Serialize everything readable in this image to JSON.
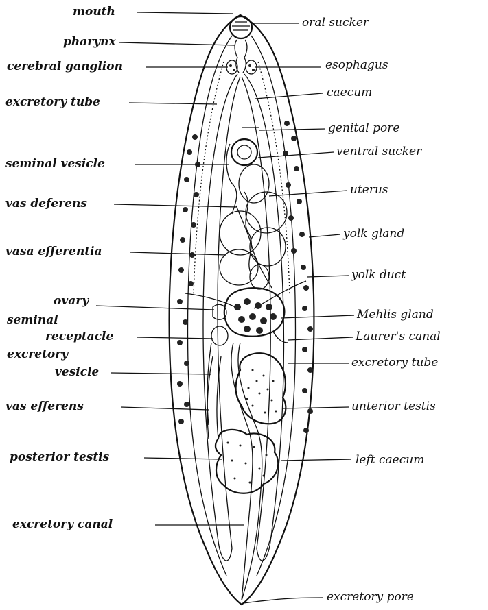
{
  "diagram": {
    "labels_left": [
      {
        "key": "mouth",
        "text": "mouth"
      },
      {
        "key": "pharynx",
        "text": "pharynx"
      },
      {
        "key": "cerebral-ganglion",
        "text": "cerebral ganglion"
      },
      {
        "key": "excretory-tube-left",
        "text": "excretory tube"
      },
      {
        "key": "seminal-vesicle",
        "text": "seminal vesicle"
      },
      {
        "key": "vas-deferens",
        "text": "vas deferens"
      },
      {
        "key": "vasa-efferentia",
        "text": "vasa efferentia"
      },
      {
        "key": "ovary",
        "text": "ovary"
      },
      {
        "key": "seminal-receptacle-1",
        "text": "seminal"
      },
      {
        "key": "seminal-receptacle-2",
        "text": "receptacle"
      },
      {
        "key": "excretory-vesicle-1",
        "text": "excretory"
      },
      {
        "key": "excretory-vesicle-2",
        "text": "vesicle"
      },
      {
        "key": "vas-efferens",
        "text": "vas efferens"
      },
      {
        "key": "posterior-testis",
        "text": "posterior testis"
      },
      {
        "key": "excretory-canal",
        "text": "excretory canal"
      }
    ],
    "labels_right": [
      {
        "key": "oral-sucker",
        "text": "oral sucker"
      },
      {
        "key": "esophagus",
        "text": "esophagus"
      },
      {
        "key": "caecum",
        "text": "caecum"
      },
      {
        "key": "genital-pore",
        "text": "genital pore"
      },
      {
        "key": "ventral-sucker",
        "text": "ventral sucker"
      },
      {
        "key": "uterus",
        "text": "uterus"
      },
      {
        "key": "yolk-gland",
        "text": "yolk gland"
      },
      {
        "key": "yolk-duct",
        "text": "yolk duct"
      },
      {
        "key": "mehlis-gland",
        "text": "Mehlis gland"
      },
      {
        "key": "laurers-canal",
        "text": "Laurer's canal"
      },
      {
        "key": "excretory-tube-right",
        "text": "excretory tube"
      },
      {
        "key": "anterior-testis",
        "text": "unterior testis"
      },
      {
        "key": "left-caecum",
        "text": "left caecum"
      },
      {
        "key": "excretory-pore",
        "text": "excretory pore"
      }
    ],
    "colors": {
      "ink": "#111111",
      "background": "#ffffff",
      "stipple": "#444444"
    }
  }
}
